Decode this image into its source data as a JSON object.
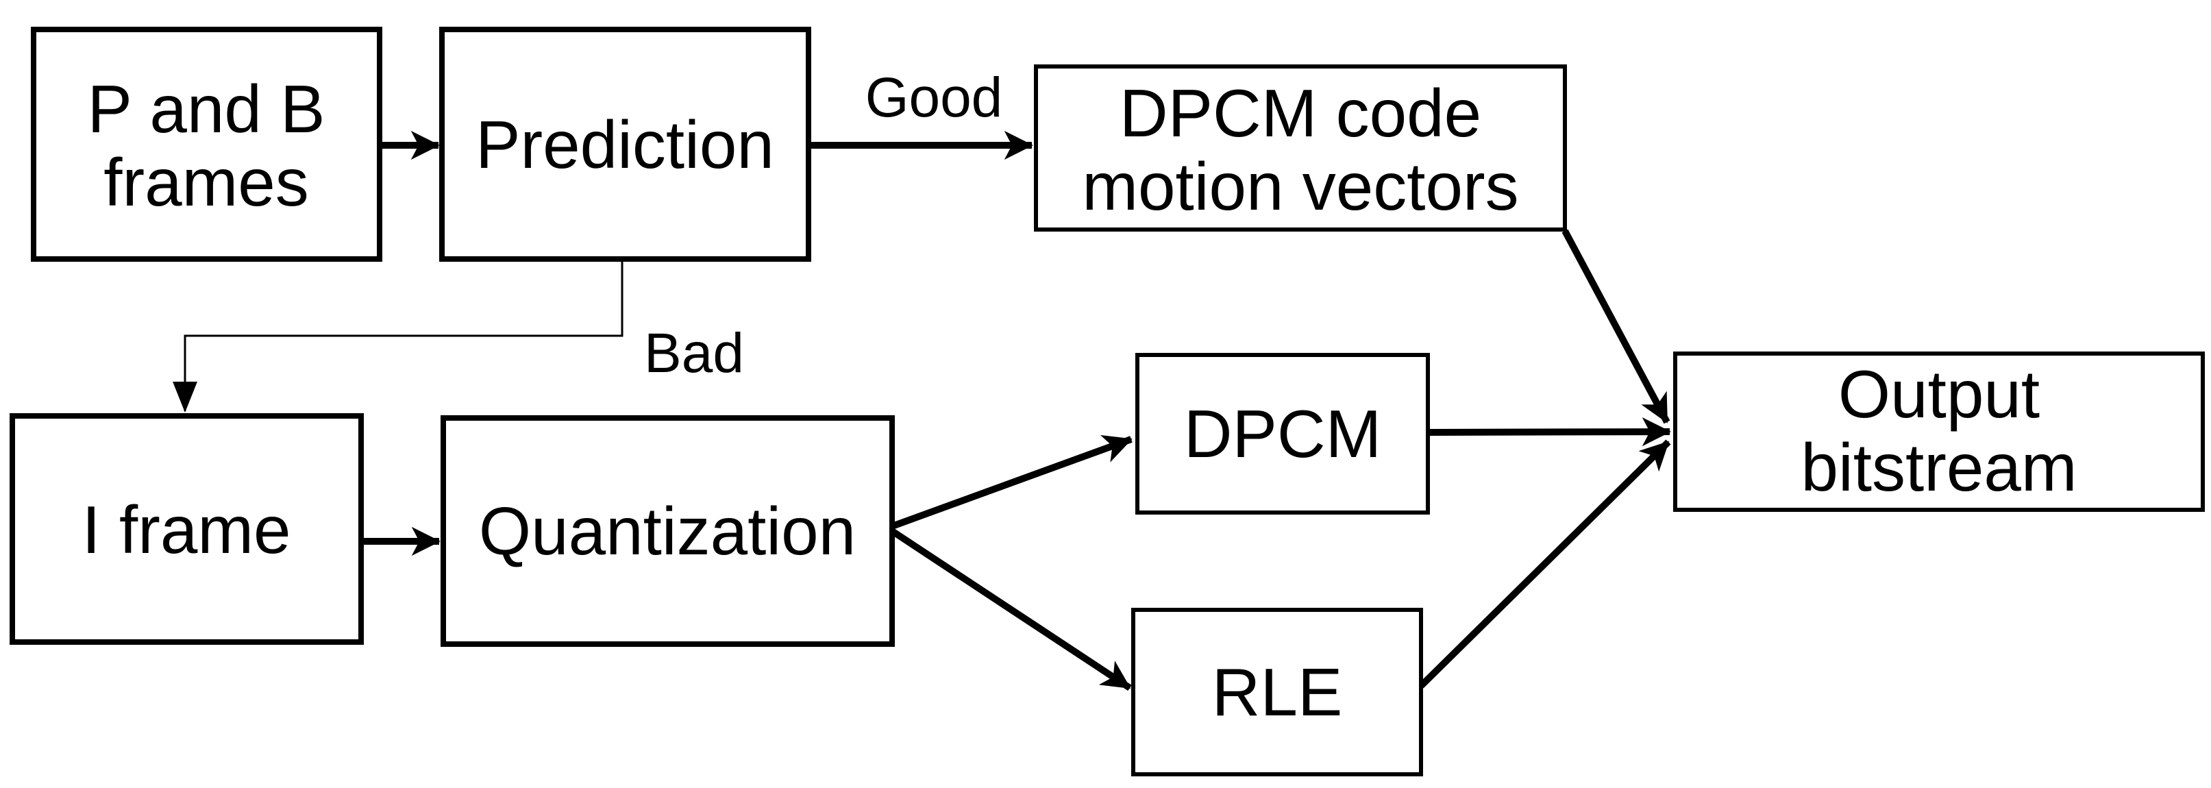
{
  "colors": {
    "background": "#ffffff",
    "box_fill": "#ffffff",
    "line": "#000000",
    "text": "#000000"
  },
  "nodes": {
    "p_and_b_frames": {
      "lines": [
        "P and B",
        "frames"
      ]
    },
    "prediction": {
      "label": "Prediction"
    },
    "dpcm_code_motion_vectors": {
      "lines": [
        "DPCM code",
        "motion vectors"
      ]
    },
    "i_frame": {
      "label": "I frame"
    },
    "quantization": {
      "label": "Quantization"
    },
    "dpcm": {
      "label": "DPCM"
    },
    "rle": {
      "label": "RLE"
    },
    "output_bitstream": {
      "lines": [
        "Output",
        "bitstream"
      ]
    }
  },
  "edge_labels": {
    "good": "Good",
    "bad": "Bad"
  },
  "edges": [
    {
      "from": "p_and_b_frames",
      "to": "prediction",
      "label": ""
    },
    {
      "from": "prediction",
      "to": "dpcm_code_motion_vectors",
      "label": "Good"
    },
    {
      "from": "prediction",
      "to": "i_frame",
      "label": "Bad"
    },
    {
      "from": "i_frame",
      "to": "quantization",
      "label": ""
    },
    {
      "from": "quantization",
      "to": "dpcm",
      "label": ""
    },
    {
      "from": "quantization",
      "to": "rle",
      "label": ""
    },
    {
      "from": "dpcm_code_motion_vectors",
      "to": "output_bitstream",
      "label": ""
    },
    {
      "from": "dpcm",
      "to": "output_bitstream",
      "label": ""
    },
    {
      "from": "rle",
      "to": "output_bitstream",
      "label": ""
    }
  ]
}
